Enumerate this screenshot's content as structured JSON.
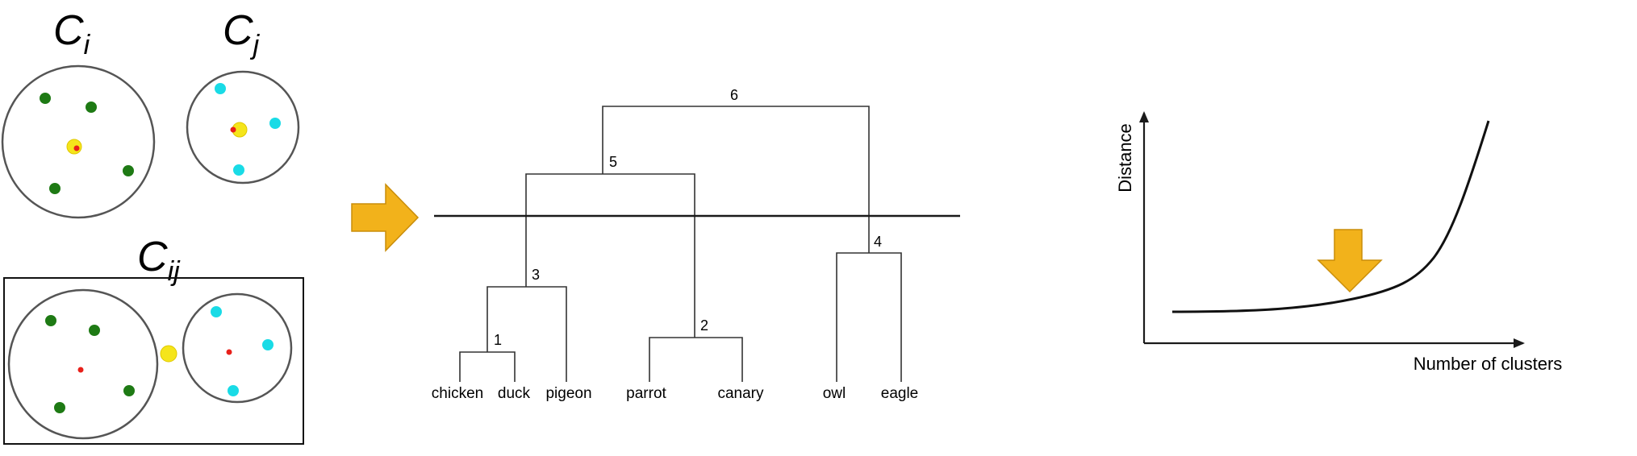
{
  "clusters": {
    "ci": {
      "main": "C",
      "sub": "i"
    },
    "cj": {
      "main": "C",
      "sub": "j"
    },
    "cij": {
      "main": "C",
      "sub": "ij"
    }
  },
  "dendrogram": {
    "leaves": [
      "chicken",
      "duck",
      "pigeon",
      "parrot",
      "canary",
      "owl",
      "eagle"
    ],
    "merge_labels": [
      "1",
      "2",
      "3",
      "4",
      "5",
      "6"
    ]
  },
  "elbow_chart": {
    "ylabel": "Distance",
    "xlabel": "Number of clusters"
  },
  "colors": {
    "green_point": "#1e7a14",
    "cyan_point": "#19dbe6",
    "centroid_red": "#e8201a",
    "centroid_yellow": "#f5e51b",
    "arrow_orange": "#f2b21b",
    "arrow_outline": "#c98d0a",
    "line": "#1a1a1a"
  }
}
